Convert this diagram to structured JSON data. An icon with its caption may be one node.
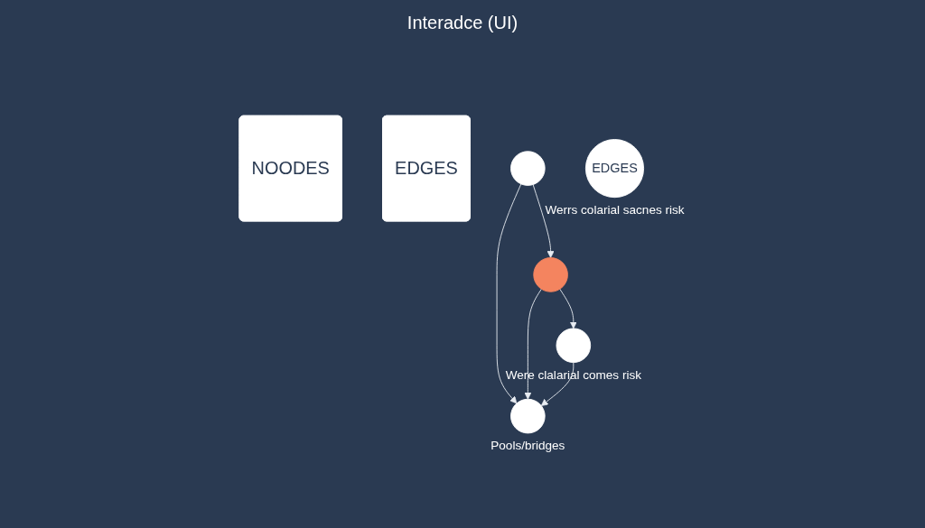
{
  "diagram": {
    "title": "Interadce (UI)",
    "nodes": [
      {
        "text": [
          "NOODES"
        ]
      },
      {
        "text": [
          "EDGES"
        ]
      },
      {
        "text": [],
        "shape": "circle"
      },
      {
        "text": [],
        "shape": "circle"
      },
      {
        "text": [],
        "shape": "circle",
        "beside": [
          "Pools/bridges"
        ]
      },
      {
        "text": [],
        "shape": "circle",
        "beside": [
          "Were clalarial comes risk"
        ]
      },
      {
        "text": [
          "EDGES"
        ],
        "beside": [
          "Werrs colarial sacnes risk"
        ]
      }
    ],
    "edges": [
      {
        "from": 2,
        "to": 3,
        "arrow": "to"
      },
      {
        "from": 2,
        "to": 4,
        "arrow": "to"
      },
      {
        "from": 3,
        "to": 4,
        "arrow": "to"
      },
      {
        "from": 3,
        "to": 5,
        "arrow": "to"
      },
      {
        "from": 5,
        "to": 4,
        "arrow": "to"
      }
    ]
  }
}
